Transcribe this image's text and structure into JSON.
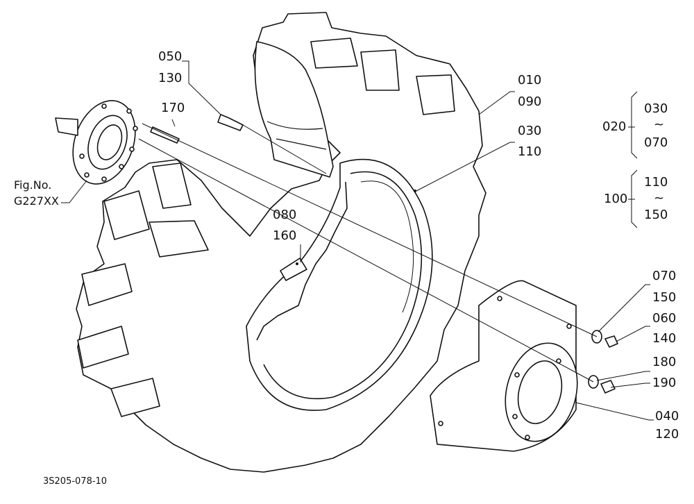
{
  "callouts": {
    "c050": "050",
    "c130": "130",
    "c170": "170",
    "c010": "010",
    "c090": "090",
    "c030": "030",
    "c110": "110",
    "c080": "080",
    "c160": "160",
    "c070": "070",
    "c150": "150",
    "c060": "060",
    "c140": "140",
    "c180": "180",
    "c190": "190",
    "c040": "040",
    "c120": "120"
  },
  "legend": {
    "g020": {
      "key": "020",
      "from": "030",
      "tilde": "~",
      "to": "070"
    },
    "g100": {
      "key": "100",
      "from": "110",
      "tilde": "~",
      "to": "150"
    }
  },
  "figref": {
    "line1": "Fig.No.",
    "line2": "G227XX"
  },
  "drawing_code": "3S205-078-10"
}
